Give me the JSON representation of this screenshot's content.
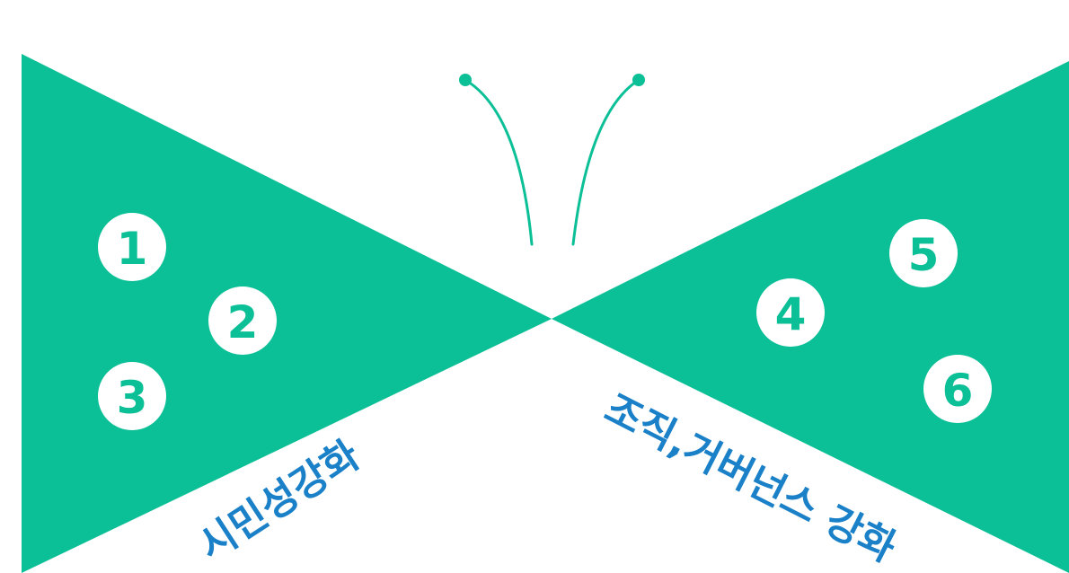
{
  "colors": {
    "wing": "#0bbf96",
    "label": "#1a80c8",
    "background": "#ffffff",
    "badge_fill": "#ffffff",
    "badge_text": "#0bbf96"
  },
  "left_wing": {
    "label": "시민성강화",
    "items": [
      {
        "number": "1"
      },
      {
        "number": "2"
      },
      {
        "number": "3"
      }
    ]
  },
  "right_wing": {
    "label": "조직,거버넌스 강화",
    "items": [
      {
        "number": "4"
      },
      {
        "number": "5"
      },
      {
        "number": "6"
      }
    ]
  }
}
